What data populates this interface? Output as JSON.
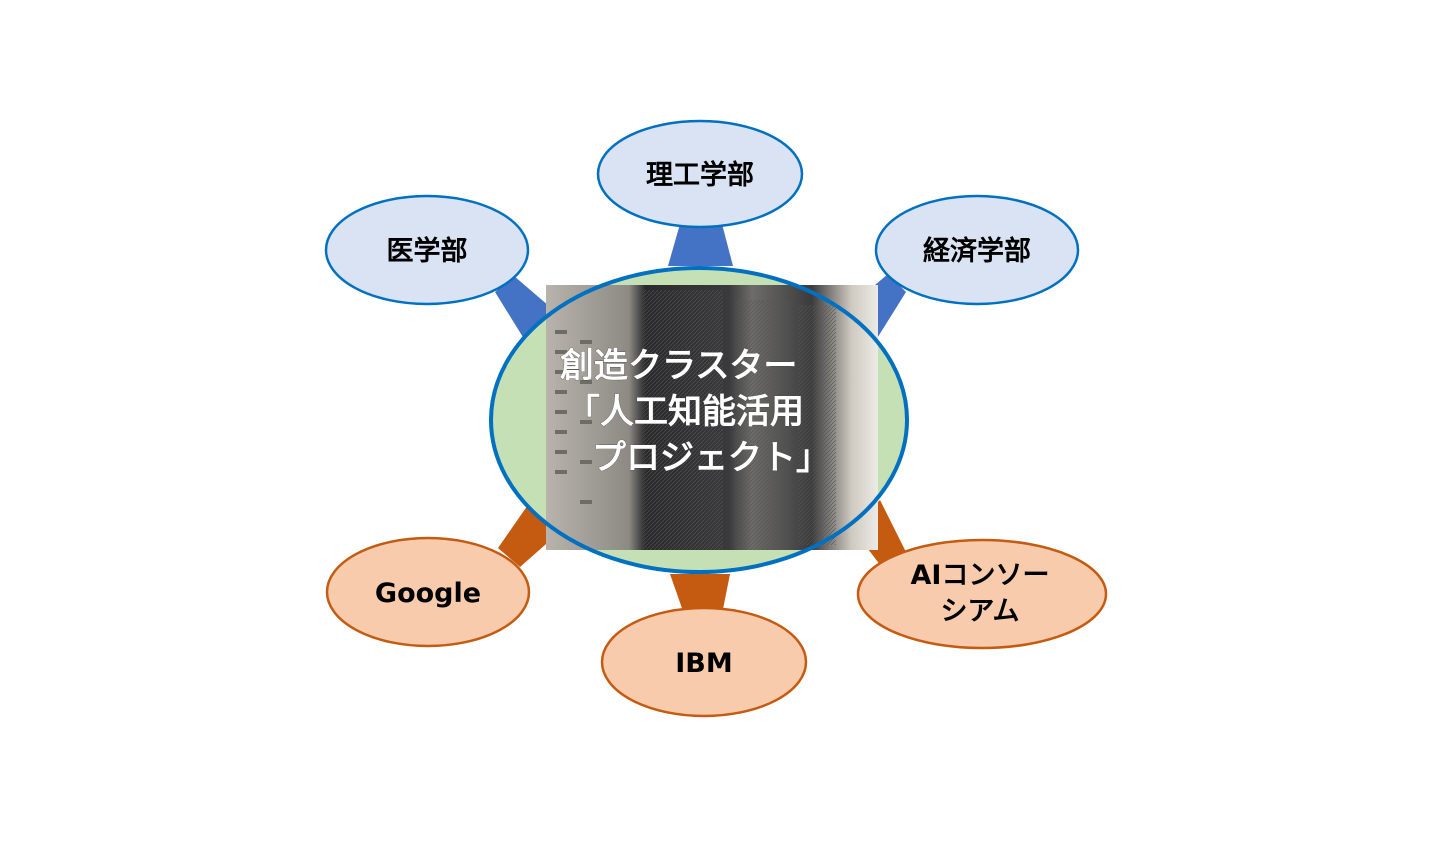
{
  "colors": {
    "blue_fill": "#dae3f3",
    "blue_stroke": "#0070c0",
    "blue_connector": "#4472c4",
    "orange_fill": "#f8cbad",
    "orange_stroke": "#c55a11",
    "orange_connector": "#c55a11",
    "center_fill": "#c5e0b4"
  },
  "center": {
    "line1": "創造クラスター",
    "line2": "「人工知能活用",
    "line3": "プロジェクト」",
    "image": "server-rack-photo"
  },
  "nodes": {
    "science_engineering": "理工学部",
    "medicine": "医学部",
    "economics": "経済学部",
    "google": "Google",
    "ibm": "IBM",
    "ai_consortium_line1": "AIコンソー",
    "ai_consortium_line2": "シアム"
  }
}
